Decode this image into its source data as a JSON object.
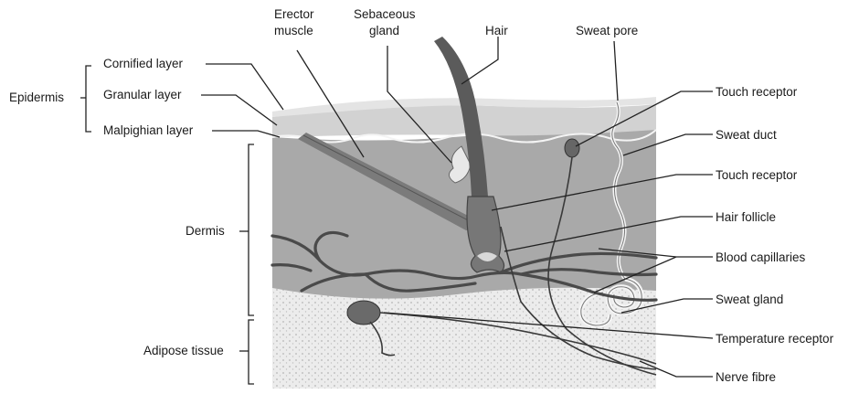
{
  "labels": {
    "epidermis": "Epidermis",
    "cornified_layer": "Cornified layer",
    "granular_layer": "Granular layer",
    "malpighian_layer": "Malpighian layer",
    "dermis": "Dermis",
    "adipose_tissue": "Adipose tissue",
    "erector_muscle_line1": "Erector",
    "erector_muscle_line2": "muscle",
    "sebaceous_gland_line1": "Sebaceous",
    "sebaceous_gland_line2": "gland",
    "hair": "Hair",
    "sweat_pore": "Sweat pore",
    "touch_receptor_1": "Touch receptor",
    "sweat_duct": "Sweat duct",
    "touch_receptor_2": "Touch receptor",
    "hair_follicle": "Hair follicle",
    "blood_capillaries": "Blood capillaries",
    "sweat_gland": "Sweat gland",
    "temperature_receptor": "Temperature receptor",
    "nerve_fibre": "Nerve fibre"
  }
}
